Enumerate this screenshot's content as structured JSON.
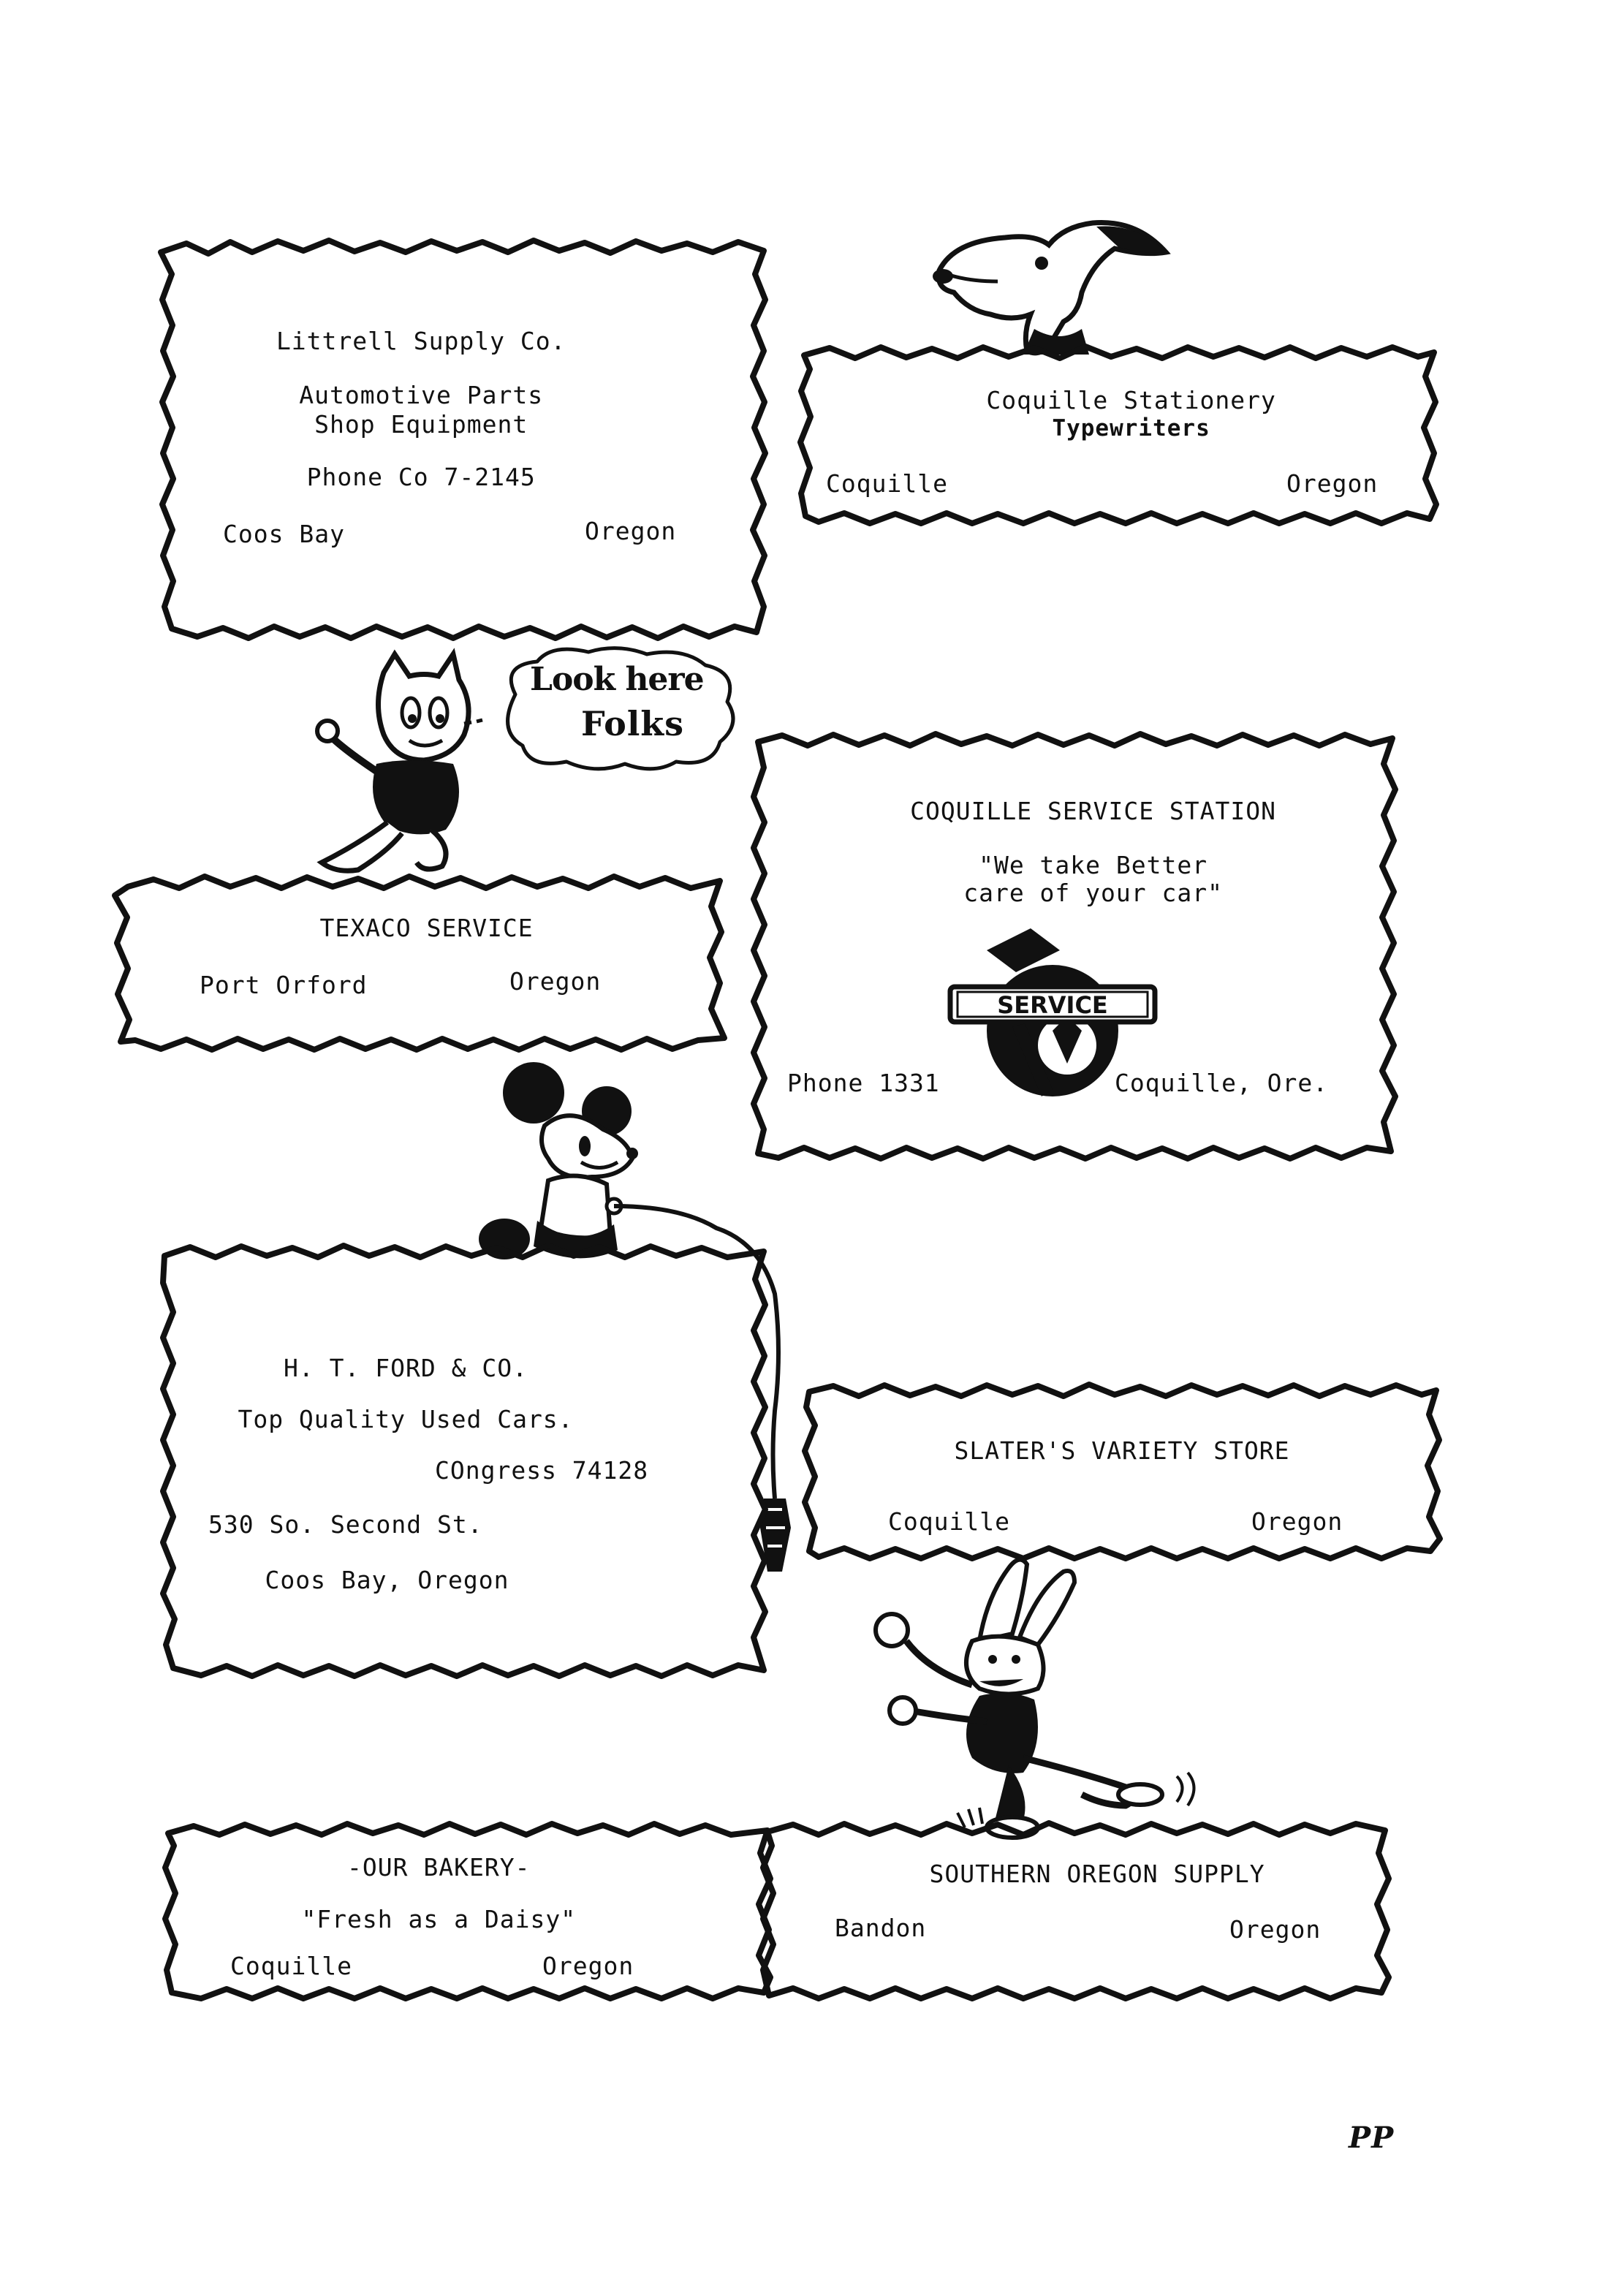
{
  "ads": {
    "littrell": {
      "name": "Littrell Supply Co.",
      "line1": "Automotive Parts",
      "line2": "Shop Equipment",
      "phone": "Phone Co 7-2145",
      "city": "Coos Bay",
      "state": "Oregon"
    },
    "stationery": {
      "name": "Coquille Stationery",
      "line1": "Typewriters",
      "city": "Coquille",
      "state": "Oregon"
    },
    "texaco": {
      "name": "TEXACO SERVICE",
      "city": "Port Orford",
      "state": "Oregon"
    },
    "service_station": {
      "name": "COQUILLE SERVICE STATION",
      "slogan1": "\"We take Better",
      "slogan2": "care of your car\"",
      "emblem": "SERVICE",
      "phone": "Phone 1331",
      "city": "Coquille, Ore."
    },
    "ford": {
      "name": "H. T. FORD & CO.",
      "line1": "Top Quality Used Cars.",
      "phone": "COngress 74128",
      "address": "530 So. Second St.",
      "city": "Coos Bay, Oregon"
    },
    "slater": {
      "name": "SLATER'S VARIETY STORE",
      "city": "Coquille",
      "state": "Oregon"
    },
    "bakery": {
      "name": "-OUR BAKERY-",
      "slogan": "\"Fresh as a Daisy\"",
      "city": "Coquille",
      "state": "Oregon"
    },
    "southern": {
      "name": "SOUTHERN OREGON SUPPLY",
      "city": "Bandon",
      "state": "Oregon"
    }
  },
  "speech_bubble": {
    "line1": "Look here",
    "line2": "Folks"
  },
  "signature": "PP",
  "cartoons": [
    "dog-cartoon",
    "cat-cartoon",
    "mouse-cartoon",
    "rabbit-cartoon"
  ]
}
